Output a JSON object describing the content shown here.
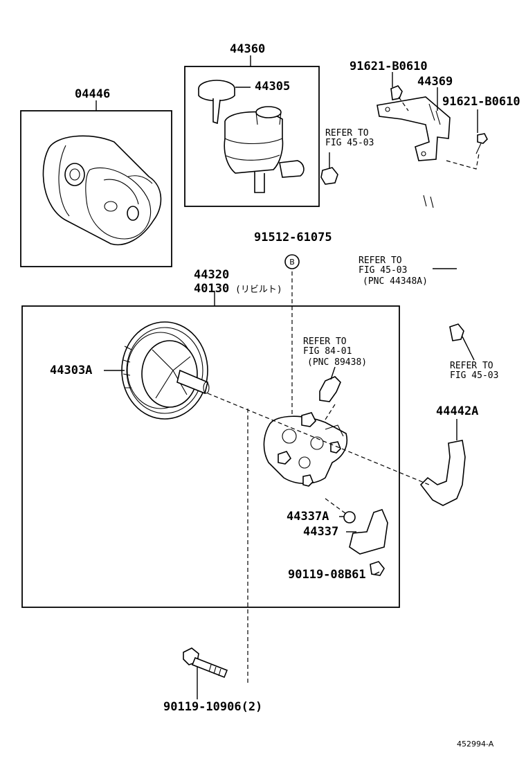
{
  "labels": {
    "p44360": "44360",
    "p44305": "44305",
    "p04446": "04446",
    "p91621a": "91621-B0610",
    "p44369": "44369",
    "p91621b": "91621-B0610",
    "p91512": "91512-61075",
    "bCircle": "B",
    "p44320": "44320",
    "p40130": "40130",
    "p40130_note": "(リビルト)",
    "p44303A": "44303A",
    "p44442A": "44442A",
    "p44337A": "44337A",
    "p44337": "44337",
    "p90119a": "90119-08B61",
    "p90119b": "90119-10906(2)",
    "code": "452994-A"
  },
  "refs": {
    "r1_l1": "REFER TO",
    "r1_l2": "FIG 45-03",
    "r2_l1": "REFER TO",
    "r2_l2": "FIG 45-03",
    "r2_l3": "(PNC 44348A)",
    "r3_l1": "REFER TO",
    "r3_l2": "FIG 84-01",
    "r3_l3": "(PNC 89438)",
    "r4_l1": "REFER TO",
    "r4_l2": "FIG 45-03"
  }
}
